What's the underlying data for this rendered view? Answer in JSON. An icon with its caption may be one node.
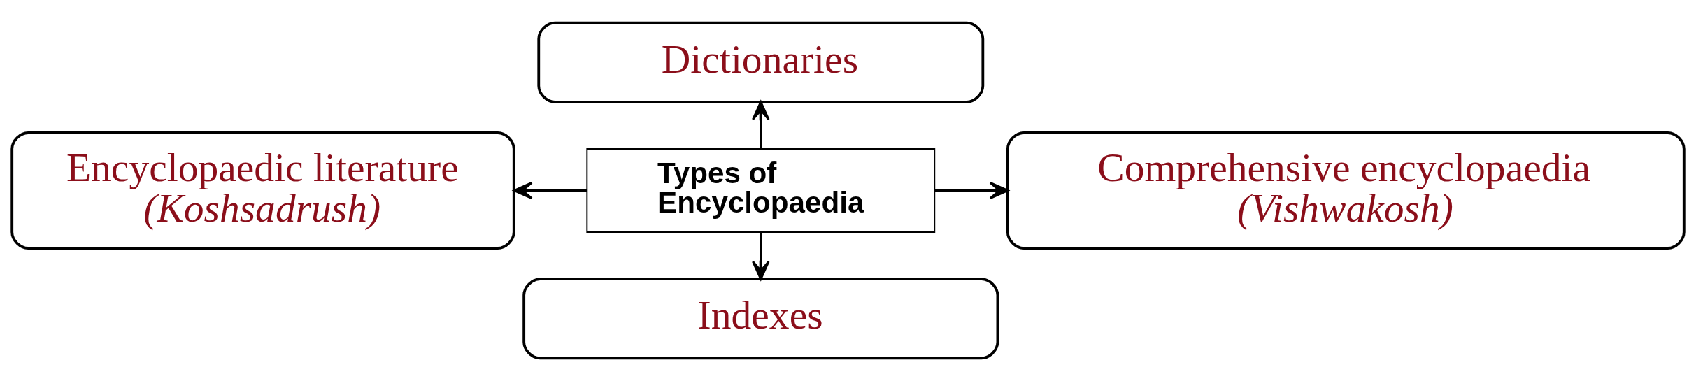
{
  "diagram": {
    "nodes": [
      {
        "text": [
          "Dictionaries"
        ]
      },
      {
        "text": [
          "Encyclopaedic literature",
          "(Koshsadrush)"
        ]
      },
      {
        "text": [
          "Types of Encyclopaedia"
        ]
      },
      {
        "text": [
          "Comprehensive encyclopaedia",
          "(Vishwakosh)"
        ]
      },
      {
        "text": [
          "Indexes"
        ]
      }
    ],
    "edges": [
      {
        "from": 2,
        "to": 0,
        "arrow": "to"
      },
      {
        "from": 2,
        "to": 1,
        "arrow": "to"
      },
      {
        "from": 2,
        "to": 3,
        "arrow": "to"
      },
      {
        "from": 2,
        "to": 4,
        "arrow": "to"
      }
    ]
  }
}
